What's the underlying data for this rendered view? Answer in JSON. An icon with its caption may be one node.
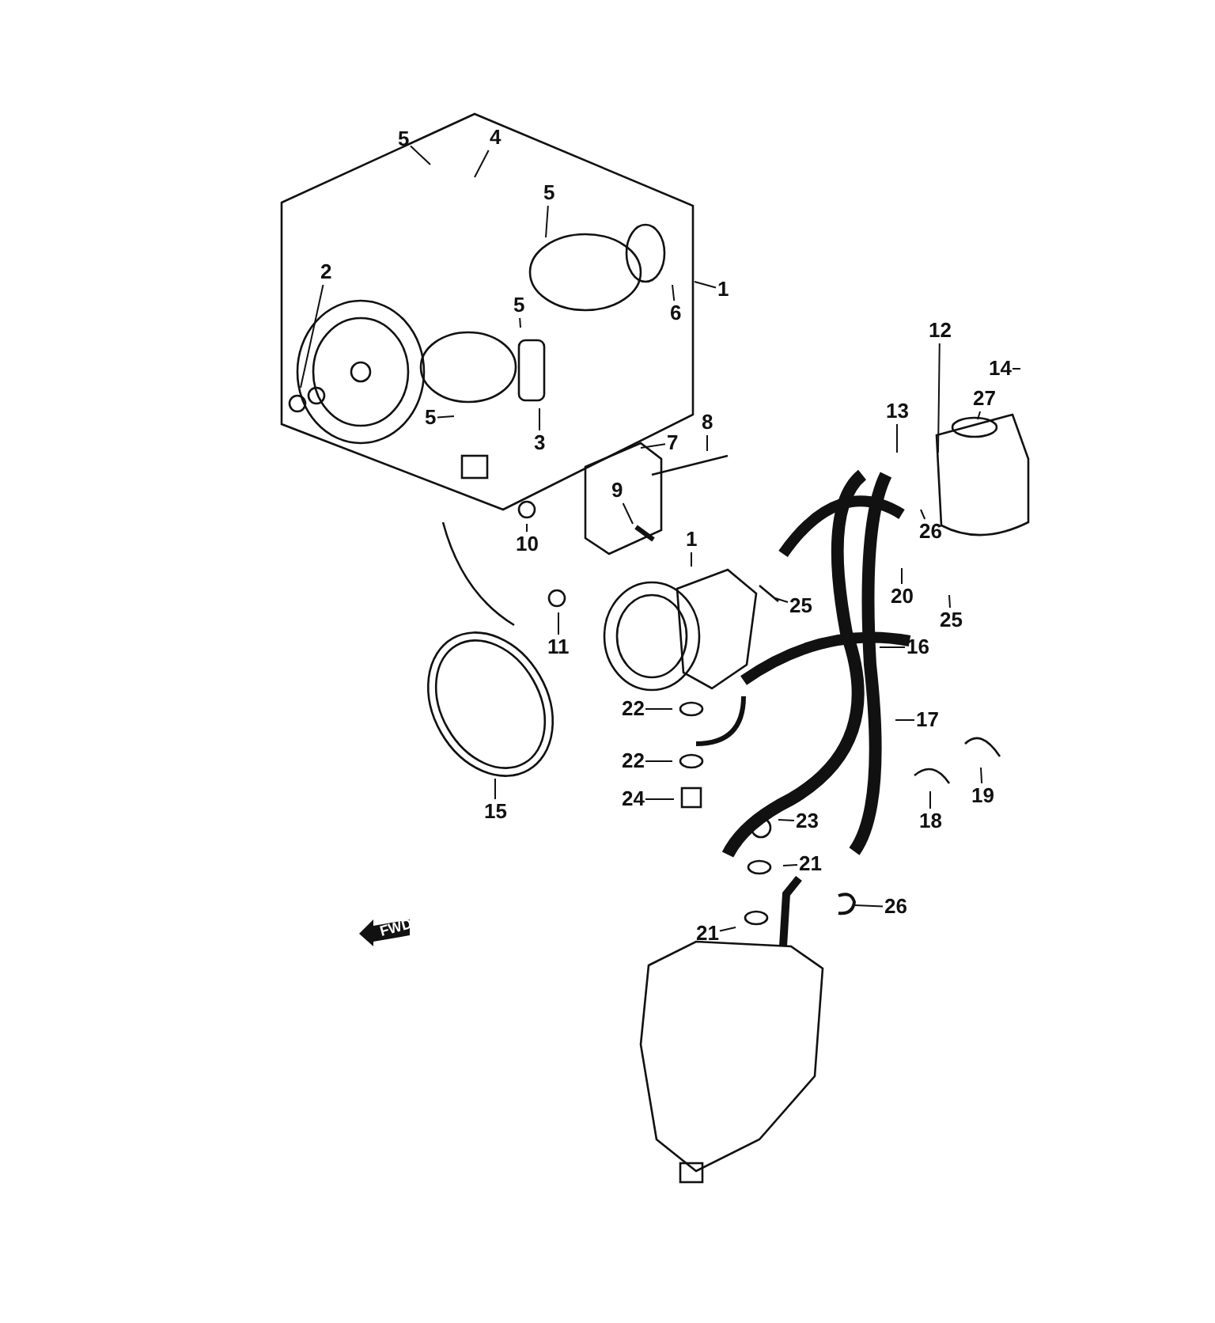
{
  "diagram": {
    "nodes": [
      {
        "text": [
          "5"
        ]
      },
      {
        "text": [
          "4"
        ]
      },
      {
        "text": [
          "2"
        ]
      },
      {
        "text": [
          "5"
        ]
      },
      {
        "text": [
          "6"
        ]
      },
      {
        "text": [
          "1"
        ]
      },
      {
        "text": [
          "5"
        ]
      },
      {
        "text": [
          "5"
        ]
      },
      {
        "text": [
          "3"
        ]
      },
      {
        "text": [
          "12"
        ]
      },
      {
        "text": [
          "14"
        ]
      },
      {
        "text": [
          "27"
        ]
      },
      {
        "text": [
          "7"
        ]
      },
      {
        "text": [
          "8"
        ]
      },
      {
        "text": [
          "13"
        ]
      },
      {
        "text": [
          "9"
        ]
      },
      {
        "text": [
          "26"
        ]
      },
      {
        "text": [
          "10"
        ]
      },
      {
        "text": [
          "1"
        ]
      },
      {
        "text": [
          "25"
        ]
      },
      {
        "text": [
          "20"
        ]
      },
      {
        "text": [
          "25"
        ]
      },
      {
        "text": [
          "11"
        ]
      },
      {
        "text": [
          "16"
        ]
      },
      {
        "text": [
          "22"
        ]
      },
      {
        "text": [
          "17"
        ]
      },
      {
        "text": [
          "22"
        ]
      },
      {
        "text": [
          "18"
        ]
      },
      {
        "text": [
          "19"
        ]
      },
      {
        "text": [
          "15"
        ]
      },
      {
        "text": [
          "24"
        ]
      },
      {
        "text": [
          "23"
        ]
      },
      {
        "text": [
          "21"
        ]
      },
      {
        "text": [
          "26"
        ]
      },
      {
        "text": [
          "21"
        ]
      }
    ],
    "edges": [
      {
        "from": 0,
        "to": null,
        "arrow": "none"
      },
      {
        "from": 1,
        "to": null,
        "arrow": "none"
      },
      {
        "from": 2,
        "to": null,
        "arrow": "none"
      },
      {
        "from": 3,
        "to": null,
        "arrow": "none"
      },
      {
        "from": 4,
        "to": null,
        "arrow": "none"
      },
      {
        "from": 5,
        "to": null,
        "arrow": "none"
      },
      {
        "from": 6,
        "to": null,
        "arrow": "none"
      },
      {
        "from": 7,
        "to": null,
        "arrow": "none"
      },
      {
        "from": 8,
        "to": null,
        "arrow": "none"
      },
      {
        "from": 9,
        "to": null,
        "arrow": "none"
      },
      {
        "from": 10,
        "to": null,
        "arrow": "none"
      },
      {
        "from": 11,
        "to": null,
        "arrow": "none"
      },
      {
        "from": 12,
        "to": null,
        "arrow": "none"
      },
      {
        "from": 13,
        "to": null,
        "arrow": "none"
      },
      {
        "from": 14,
        "to": null,
        "arrow": "none"
      },
      {
        "from": 15,
        "to": null,
        "arrow": "none"
      },
      {
        "from": 16,
        "to": null,
        "arrow": "none"
      },
      {
        "from": 17,
        "to": null,
        "arrow": "none"
      },
      {
        "from": 18,
        "to": null,
        "arrow": "none"
      },
      {
        "from": 19,
        "to": null,
        "arrow": "none"
      },
      {
        "from": 20,
        "to": null,
        "arrow": "none"
      },
      {
        "from": 21,
        "to": null,
        "arrow": "none"
      },
      {
        "from": 22,
        "to": null,
        "arrow": "none"
      },
      {
        "from": 23,
        "to": null,
        "arrow": "none"
      },
      {
        "from": 24,
        "to": null,
        "arrow": "none"
      },
      {
        "from": 25,
        "to": null,
        "arrow": "none"
      },
      {
        "from": 26,
        "to": null,
        "arrow": "none"
      },
      {
        "from": 27,
        "to": null,
        "arrow": "none"
      },
      {
        "from": 28,
        "to": null,
        "arrow": "none"
      },
      {
        "from": 29,
        "to": null,
        "arrow": "none"
      },
      {
        "from": 30,
        "to": null,
        "arrow": "none"
      },
      {
        "from": 31,
        "to": null,
        "arrow": "none"
      },
      {
        "from": 32,
        "to": null,
        "arrow": "none"
      },
      {
        "from": 33,
        "to": null,
        "arrow": "none"
      },
      {
        "from": 34,
        "to": null,
        "arrow": "none"
      }
    ],
    "labels": [
      "FWD"
    ]
  }
}
